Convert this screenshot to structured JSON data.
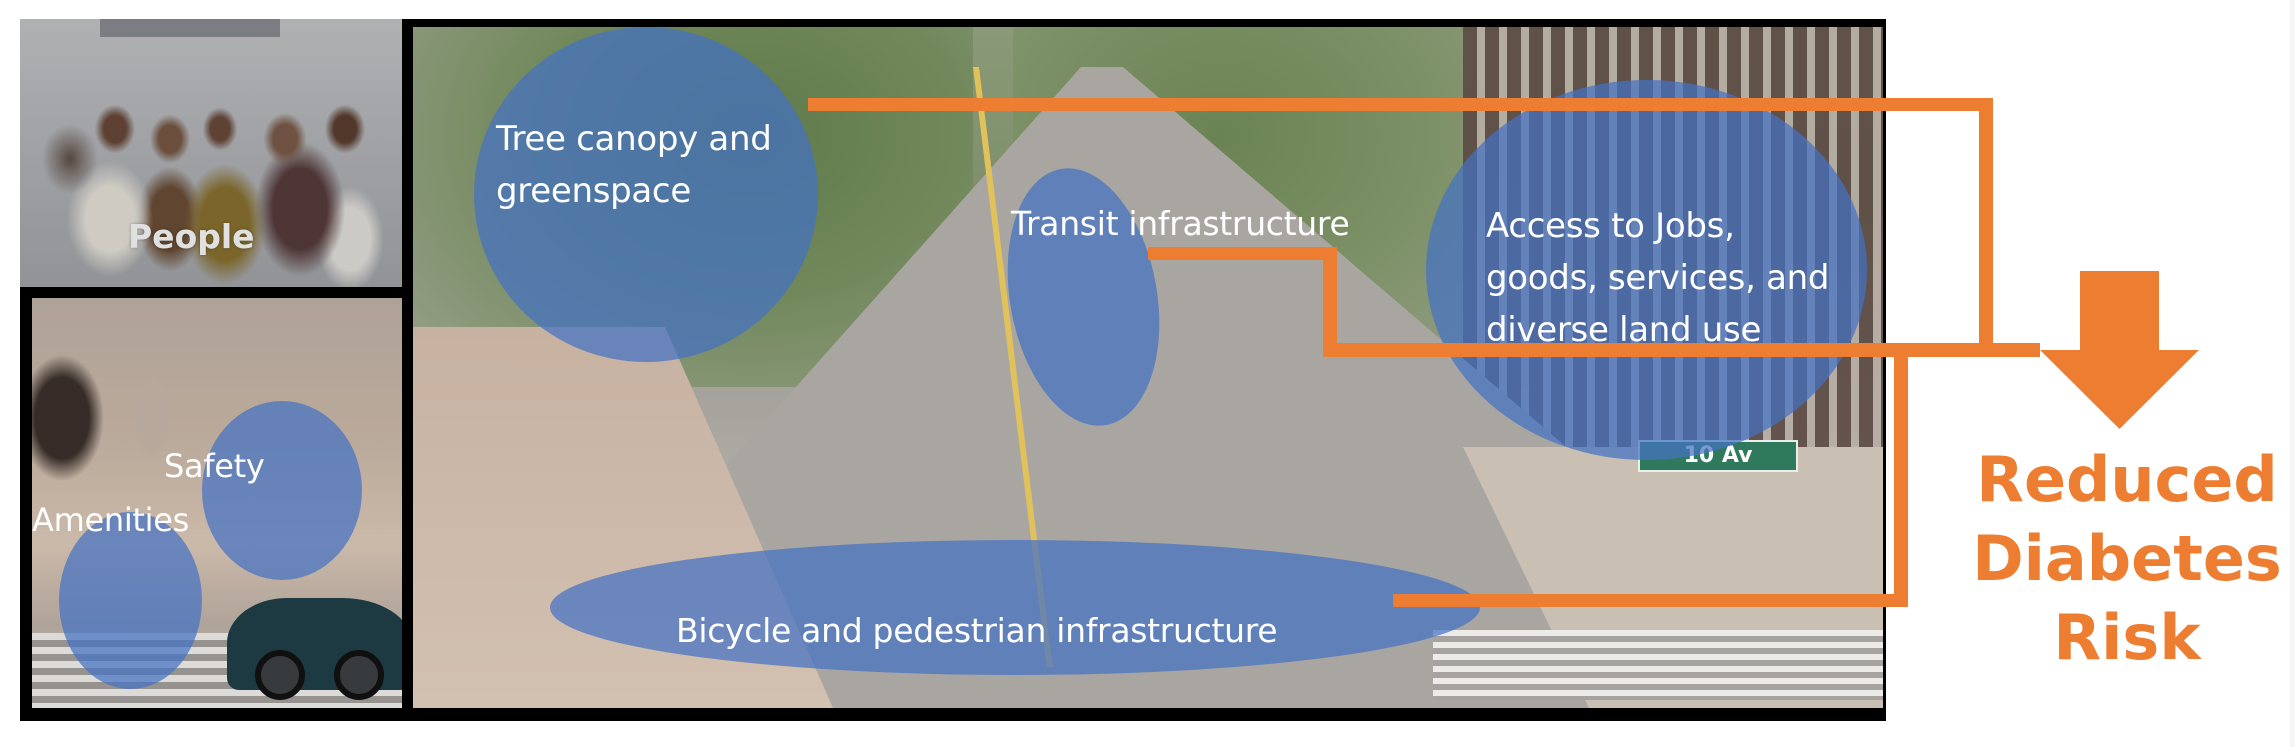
{
  "diagram": {
    "photos": {
      "people": {
        "label": "People"
      },
      "street_sign": "10 Av"
    },
    "factors": [
      {
        "id": "tree-canopy",
        "lines": [
          "Tree canopy and",
          "greenspace"
        ]
      },
      {
        "id": "transit",
        "lines": [
          "Transit infrastructure"
        ]
      },
      {
        "id": "access",
        "lines": [
          "Access to Jobs,",
          "goods, services, and",
          "diverse land use"
        ]
      },
      {
        "id": "safety",
        "lines": [
          "Safety"
        ]
      },
      {
        "id": "amenities",
        "lines": [
          "Amenities"
        ]
      },
      {
        "id": "bike-ped",
        "lines": [
          "Bicycle and pedestrian infrastructure"
        ]
      }
    ],
    "outcome": {
      "lines": [
        "Reduced",
        "Diabetes",
        "Risk"
      ]
    },
    "colors": {
      "accent_orange": "#ed7d31",
      "overlay_blue": "#4472c4",
      "frame_black": "#000000",
      "background": "#ffffff"
    }
  }
}
